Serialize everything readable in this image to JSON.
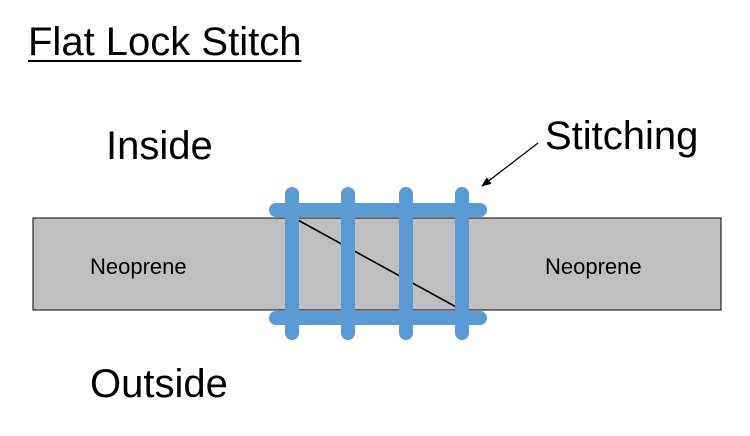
{
  "title": "Flat Lock Stitch",
  "labels": {
    "inside": "Inside",
    "outside": "Outside",
    "stitching": "Stitching",
    "neoprene_left": "Neoprene",
    "neoprene_right": "Neoprene"
  },
  "colors": {
    "neoprene_fill": "#bfbfbf",
    "neoprene_border": "#000000",
    "stitch": "#5b9bd5",
    "diagonal": "#000000",
    "arrow": "#000000"
  }
}
